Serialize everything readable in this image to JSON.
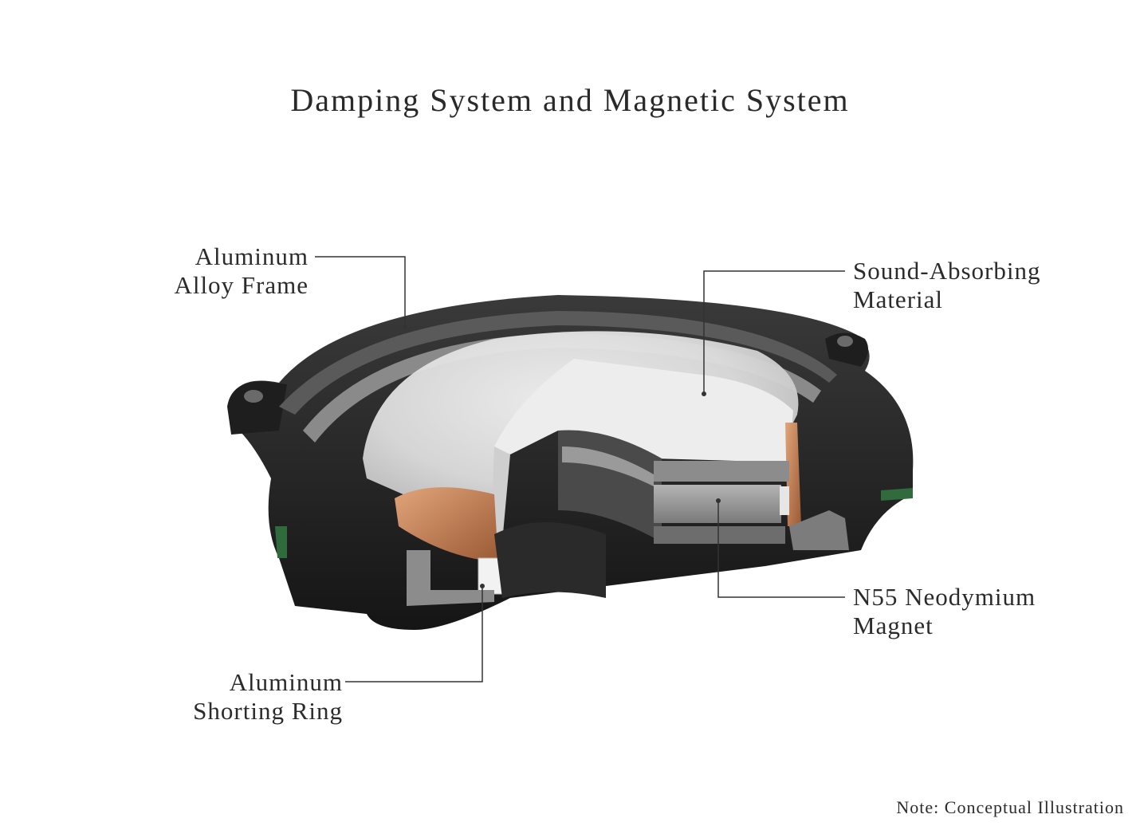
{
  "title": "Damping System and Magnetic System",
  "labels": {
    "frame": [
      "Aluminum",
      "Alloy Frame"
    ],
    "absorbing": [
      "Sound-Absorbing",
      "Material"
    ],
    "magnet": [
      "N55 Neodymium",
      "Magnet"
    ],
    "shorting_ring": [
      "Aluminum",
      "Shorting Ring"
    ]
  },
  "note": "Note: Conceptual Illustration",
  "colors": {
    "frame": "#2b2b2b",
    "diaphragm": "#dcdcdc",
    "copper": "#c98a5a",
    "magnet": "#9c9c9c",
    "absorbing": "#f0f0f0"
  }
}
